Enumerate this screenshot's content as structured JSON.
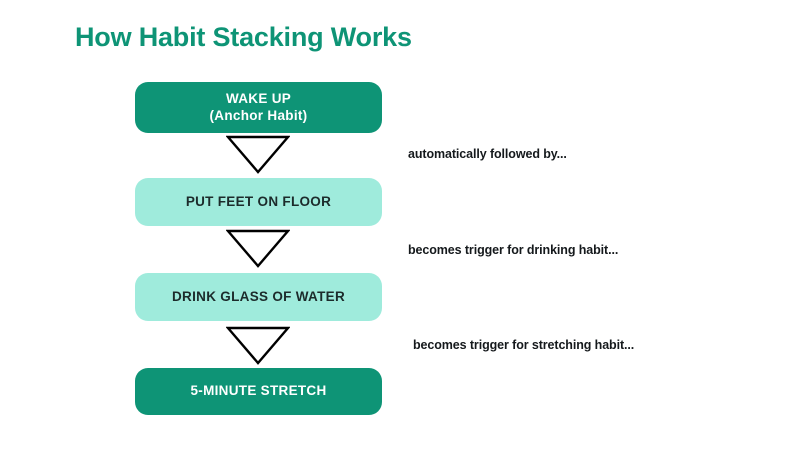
{
  "title": "How Habit Stacking Works",
  "colors": {
    "background": "#ffffff",
    "accent_dark": "#0E9476",
    "accent_light": "#9FEBDC",
    "text_dark": "#1C2B2B",
    "text_light": "#ffffff",
    "annotation_text": "#15191C",
    "connector_stroke": "#000000"
  },
  "flow": {
    "steps": [
      {
        "id": "wake-up",
        "lines": [
          "WAKE UP",
          "(Anchor Habit)"
        ],
        "style": "solid"
      },
      {
        "id": "put-feet-on-floor",
        "lines": [
          "PUT FEET ON FLOOR"
        ],
        "style": "light"
      },
      {
        "id": "drink-glass-of-water",
        "lines": [
          "DRINK GLASS OF WATER"
        ],
        "style": "light"
      },
      {
        "id": "5-minute-stretch",
        "lines": [
          "5-MINUTE STRETCH"
        ],
        "style": "solid"
      }
    ],
    "connectors": [
      {
        "id": "connector-1",
        "icon": "triangle-down-outline-icon"
      },
      {
        "id": "connector-2",
        "icon": "triangle-down-outline-icon"
      },
      {
        "id": "connector-3",
        "icon": "triangle-down-outline-icon"
      }
    ],
    "annotations": [
      {
        "id": "annotation-1",
        "text": "automatically followed by..."
      },
      {
        "id": "annotation-2",
        "text": "becomes trigger for drinking habit..."
      },
      {
        "id": "annotation-3",
        "text": "becomes trigger for stretching habit..."
      }
    ]
  }
}
